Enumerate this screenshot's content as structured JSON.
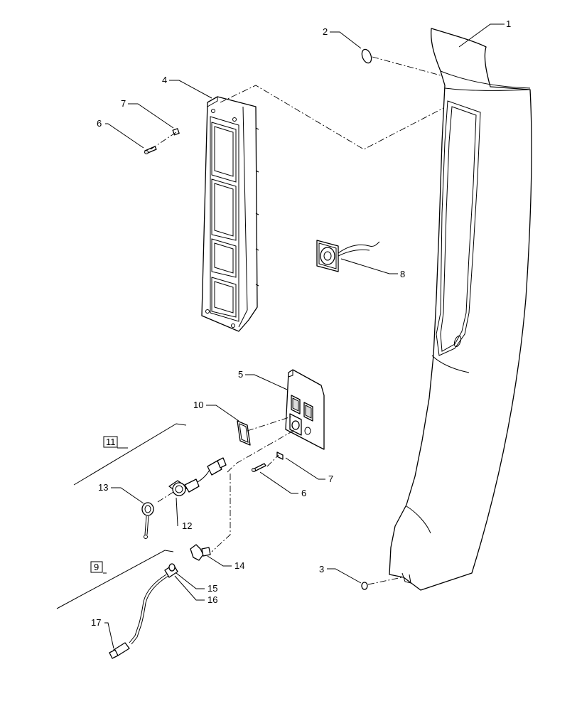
{
  "callouts": {
    "c1": "1",
    "c2": "2",
    "c3": "3",
    "c4": "4",
    "c5": "5",
    "c6a": "6",
    "c6b": "6",
    "c7a": "7",
    "c7b": "7",
    "c8": "8",
    "c9": "9",
    "c10": "10",
    "c11": "11",
    "c12": "12",
    "c13": "13",
    "c14": "14",
    "c15": "15",
    "c16": "16",
    "c17": "17"
  }
}
